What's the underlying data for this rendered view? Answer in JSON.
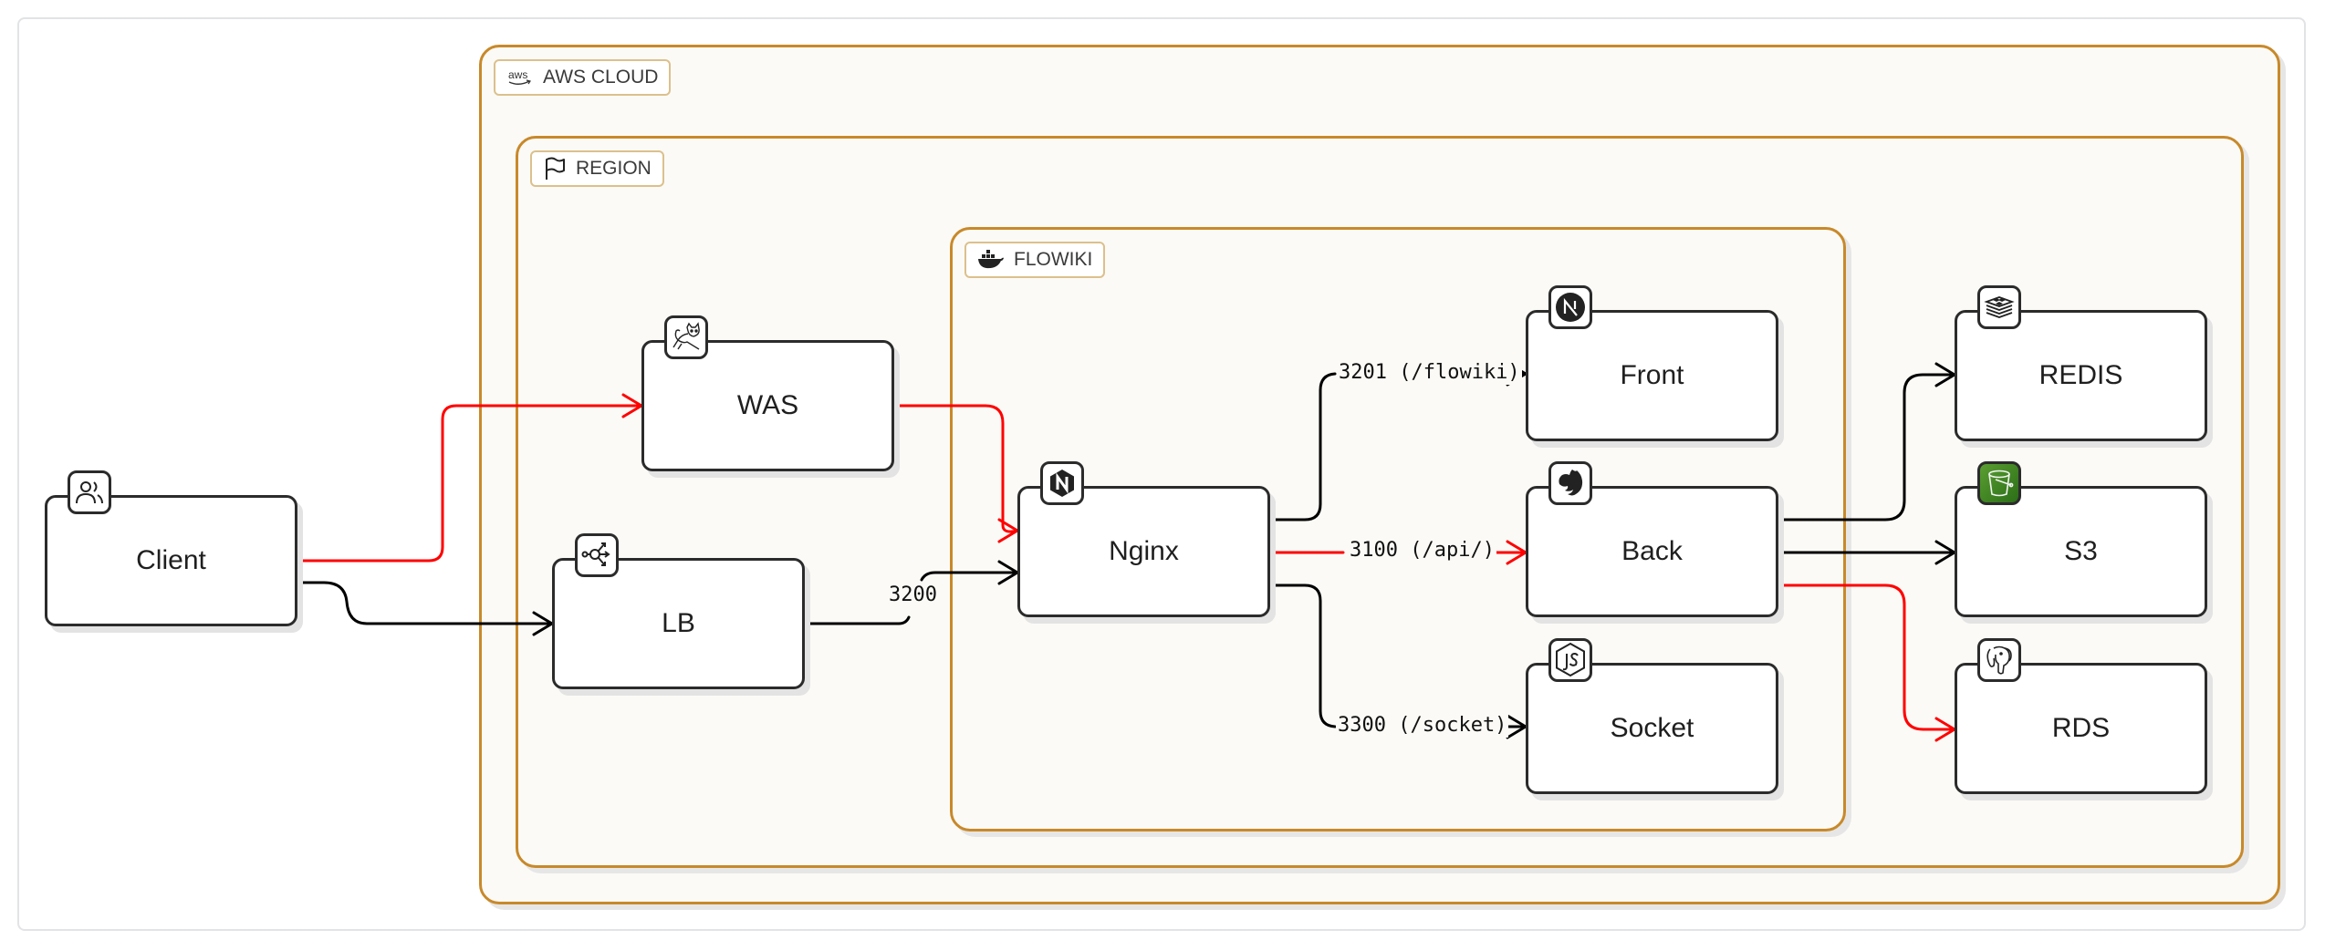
{
  "diagram": {
    "groups": [
      {
        "id": "aws",
        "label": "AWS CLOUD",
        "icon": "aws-logo-icon"
      },
      {
        "id": "region",
        "label": "REGION",
        "icon": "flag-icon"
      },
      {
        "id": "flowiki",
        "label": "FLOWIKI",
        "icon": "docker-icon"
      }
    ],
    "nodes": [
      {
        "id": "client",
        "label": "Client",
        "icon": "users-icon"
      },
      {
        "id": "was",
        "label": "WAS",
        "icon": "tomcat-icon"
      },
      {
        "id": "lb",
        "label": "LB",
        "icon": "load-balancer-icon"
      },
      {
        "id": "nginx",
        "label": "Nginx",
        "icon": "nginx-icon"
      },
      {
        "id": "front",
        "label": "Front",
        "icon": "nextjs-icon"
      },
      {
        "id": "back",
        "label": "Back",
        "icon": "nestjs-icon"
      },
      {
        "id": "socket",
        "label": "Socket",
        "icon": "nodejs-icon"
      },
      {
        "id": "redis",
        "label": "REDIS",
        "icon": "redis-icon"
      },
      {
        "id": "s3",
        "label": "S3",
        "icon": "s3-bucket-icon"
      },
      {
        "id": "rds",
        "label": "RDS",
        "icon": "postgresql-icon"
      }
    ],
    "edges": [
      {
        "from": "client",
        "to": "was",
        "label": "",
        "color": "#ff0000"
      },
      {
        "from": "client",
        "to": "lb",
        "label": "",
        "color": "#000000"
      },
      {
        "from": "was",
        "to": "nginx",
        "label": "",
        "color": "#ff0000"
      },
      {
        "from": "lb",
        "to": "nginx",
        "label": "3200",
        "color": "#000000"
      },
      {
        "from": "nginx",
        "to": "front",
        "label": "3201 (/flowiki)",
        "color": "#000000"
      },
      {
        "from": "nginx",
        "to": "back",
        "label": "3100 (/api/)",
        "color": "#ff0000"
      },
      {
        "from": "nginx",
        "to": "socket",
        "label": "3300 (/socket)",
        "color": "#000000"
      },
      {
        "from": "back",
        "to": "redis",
        "label": "",
        "color": "#000000"
      },
      {
        "from": "back",
        "to": "s3",
        "label": "",
        "color": "#000000"
      },
      {
        "from": "back",
        "to": "rds",
        "label": "",
        "color": "#ff0000"
      }
    ],
    "colors": {
      "group_border": "#c8892a",
      "group_fill": "#fbfaf6",
      "highlight_edge": "#ff0000",
      "default_edge": "#000000",
      "s3_badge": "#3d8a22"
    }
  }
}
